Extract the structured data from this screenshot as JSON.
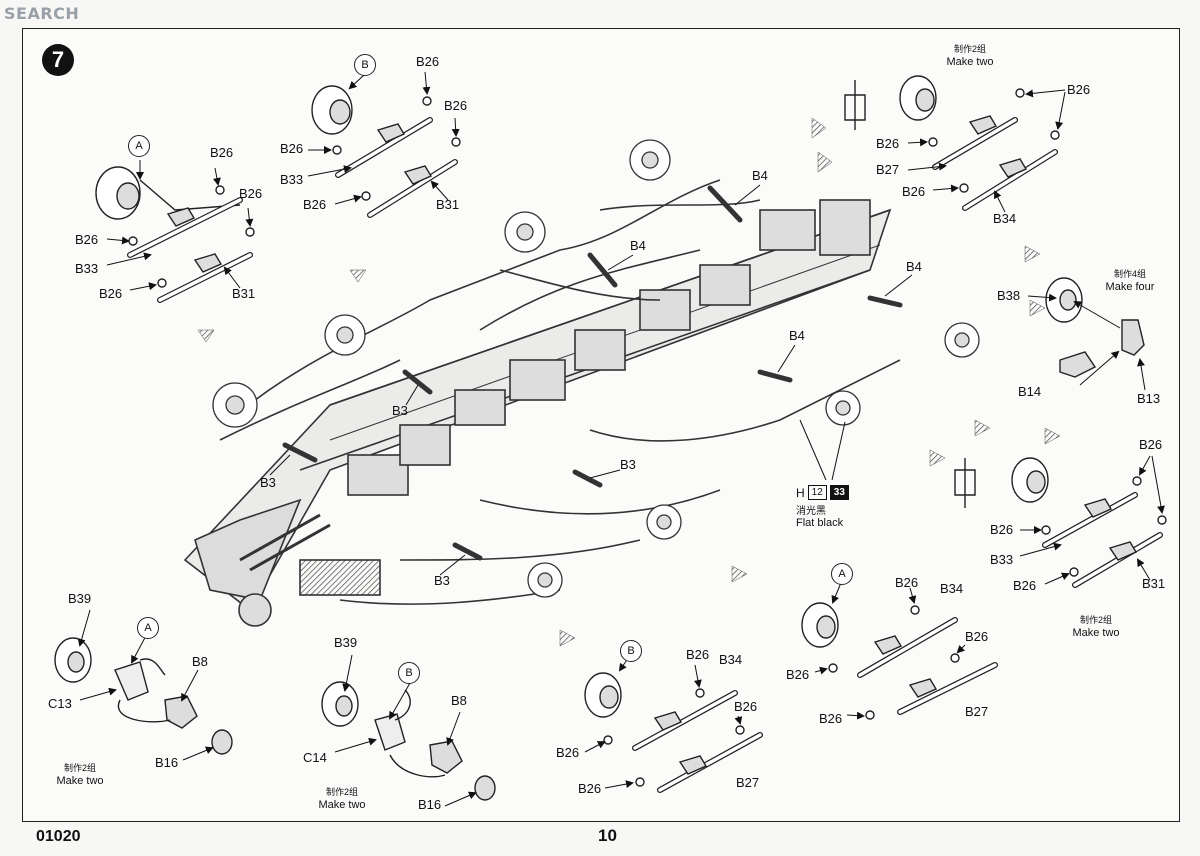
{
  "watermark": {
    "part_a": "",
    "part_b": "SEARCH",
    "sub": ""
  },
  "step_number": "7",
  "paint": {
    "code": "H",
    "num1": "12",
    "num2": "33",
    "cn": "消光黑",
    "en": "Flat black"
  },
  "footer": {
    "code": "01020",
    "page": "10"
  },
  "markers": {
    "a1": "A",
    "a2": "A",
    "a3": "A",
    "b1": "B",
    "b2": "B",
    "b3": "B"
  },
  "notes": {
    "make_two_tr": {
      "cn": "制作2组",
      "en": "Make two"
    },
    "make_four": {
      "cn": "制作4组",
      "en": "Make four"
    },
    "make_two_r": {
      "cn": "制作2组",
      "en": "Make two"
    },
    "make_two_bl1": {
      "cn": "制作2组",
      "en": "Make two"
    },
    "make_two_bl2": {
      "cn": "制作2组",
      "en": "Make two"
    }
  },
  "labels": {
    "tl_b26_top": "B26",
    "tl_b26_a": "B26",
    "tl_b26_l1": "B26",
    "tl_b33": "B33",
    "tl_b26_l2": "B26",
    "tl_b31": "B31",
    "tm_b26_top": "B26",
    "tm_b26_r": "B26",
    "tm_b26_l": "B26",
    "tm_b33": "B33",
    "tm_b26_b": "B26",
    "tm_b31": "B31",
    "tr_b26_r": "B26",
    "tr_b26_l": "B26",
    "tr_b27": "B27",
    "tr_b26_b": "B26",
    "tr_b34": "B34",
    "ch_b4_1": "B4",
    "ch_b4_2": "B4",
    "ch_b4_3": "B4",
    "ch_b4_4": "B4",
    "ch_b3_1": "B3",
    "ch_b3_2": "B3",
    "ch_b3_3": "B3",
    "ch_b3_4": "B3",
    "r_b38": "B38",
    "r_b14": "B14",
    "r_b13": "B13",
    "rm_b26_top": "B26",
    "rm_b26_l": "B26",
    "rm_b33": "B33",
    "rm_b26_b": "B26",
    "rm_b31": "B31",
    "bl_b39": "B39",
    "bl_b8": "B8",
    "bl_c13": "C13",
    "bl_b16": "B16",
    "bm_b39": "B39",
    "bm_b8": "B8",
    "bm_c14": "C14",
    "bm_b16": "B16",
    "bc_b26_1": "B26",
    "bc_b34": "B34",
    "bc_b26_2": "B26",
    "bc_b26_l": "B26",
    "bc_b26_b": "B26",
    "bc_b27": "B27",
    "br_b26_1": "B26",
    "br_b34": "B34",
    "br_b26_2": "B26",
    "br_b26_l": "B26",
    "br_b26_b": "B26",
    "br_b27": "B27"
  }
}
